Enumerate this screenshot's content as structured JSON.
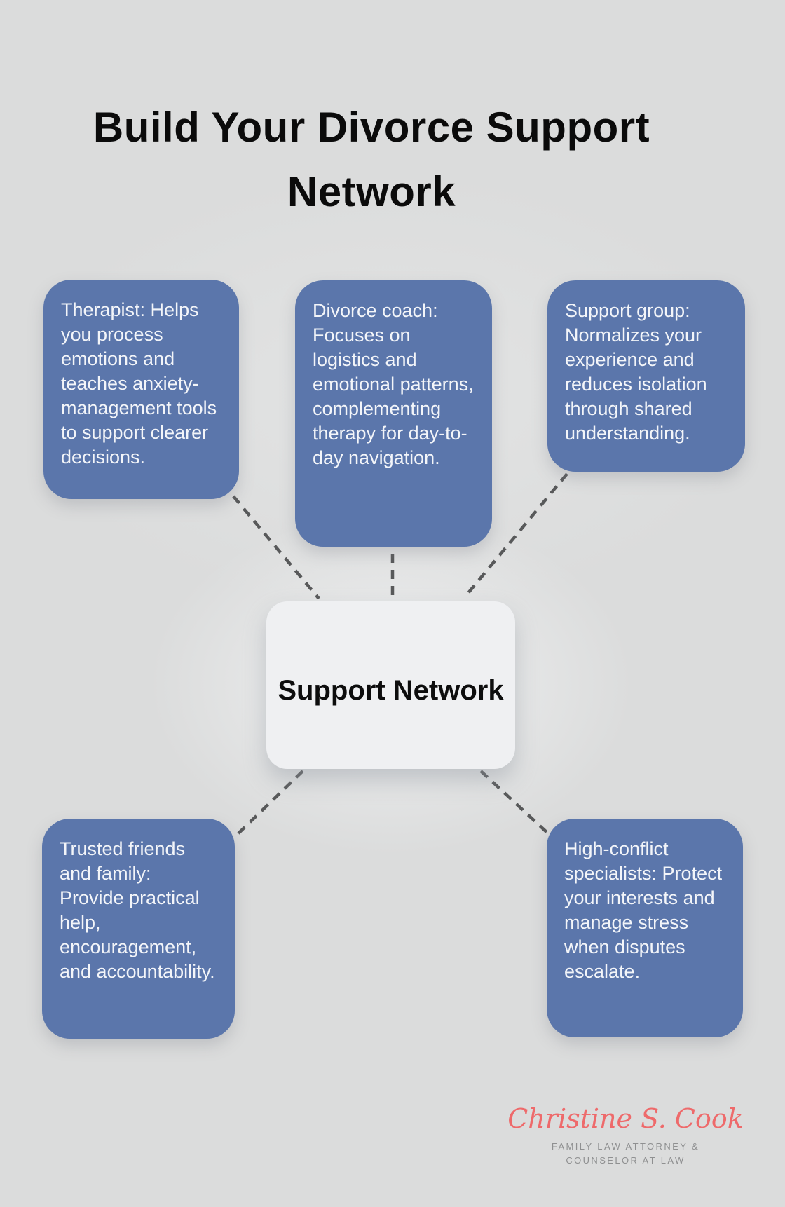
{
  "title": "Build Your Divorce Support Network",
  "center_node": {
    "label": "Support Network"
  },
  "nodes": [
    {
      "id": "therapist",
      "text": "Therapist: Helps you process emotions and teaches anxiety-management tools to support clearer decisions."
    },
    {
      "id": "divorce-coach",
      "text": "Divorce coach: Focuses on logistics and emotional patterns, complementing therapy for day-to-day navigation."
    },
    {
      "id": "support-group",
      "text": "Support group: Normalizes your experience and reduces isolation through shared understanding."
    },
    {
      "id": "friends-family",
      "text": "Trusted friends and family: Provide practical help, encouragement, and accountability."
    },
    {
      "id": "high-conflict",
      "text": "High-conflict specialists: Protect your interests and manage stress when disputes escalate."
    }
  ],
  "logo": {
    "script": "Christine S. Cook",
    "tagline_line1": "FAMILY LAW ATTORNEY &",
    "tagline_line2": "COUNSELOR AT LAW"
  },
  "colors": {
    "background": "#dbdcdc",
    "node_blue": "#5b76ab",
    "node_text": "#f3f5f9",
    "center_bg": "#eff0f2",
    "connector_gray": "#58595a",
    "title_black": "#0b0b0b",
    "logo_coral": "#ee6a6b",
    "logo_gray": "#8f9091"
  }
}
